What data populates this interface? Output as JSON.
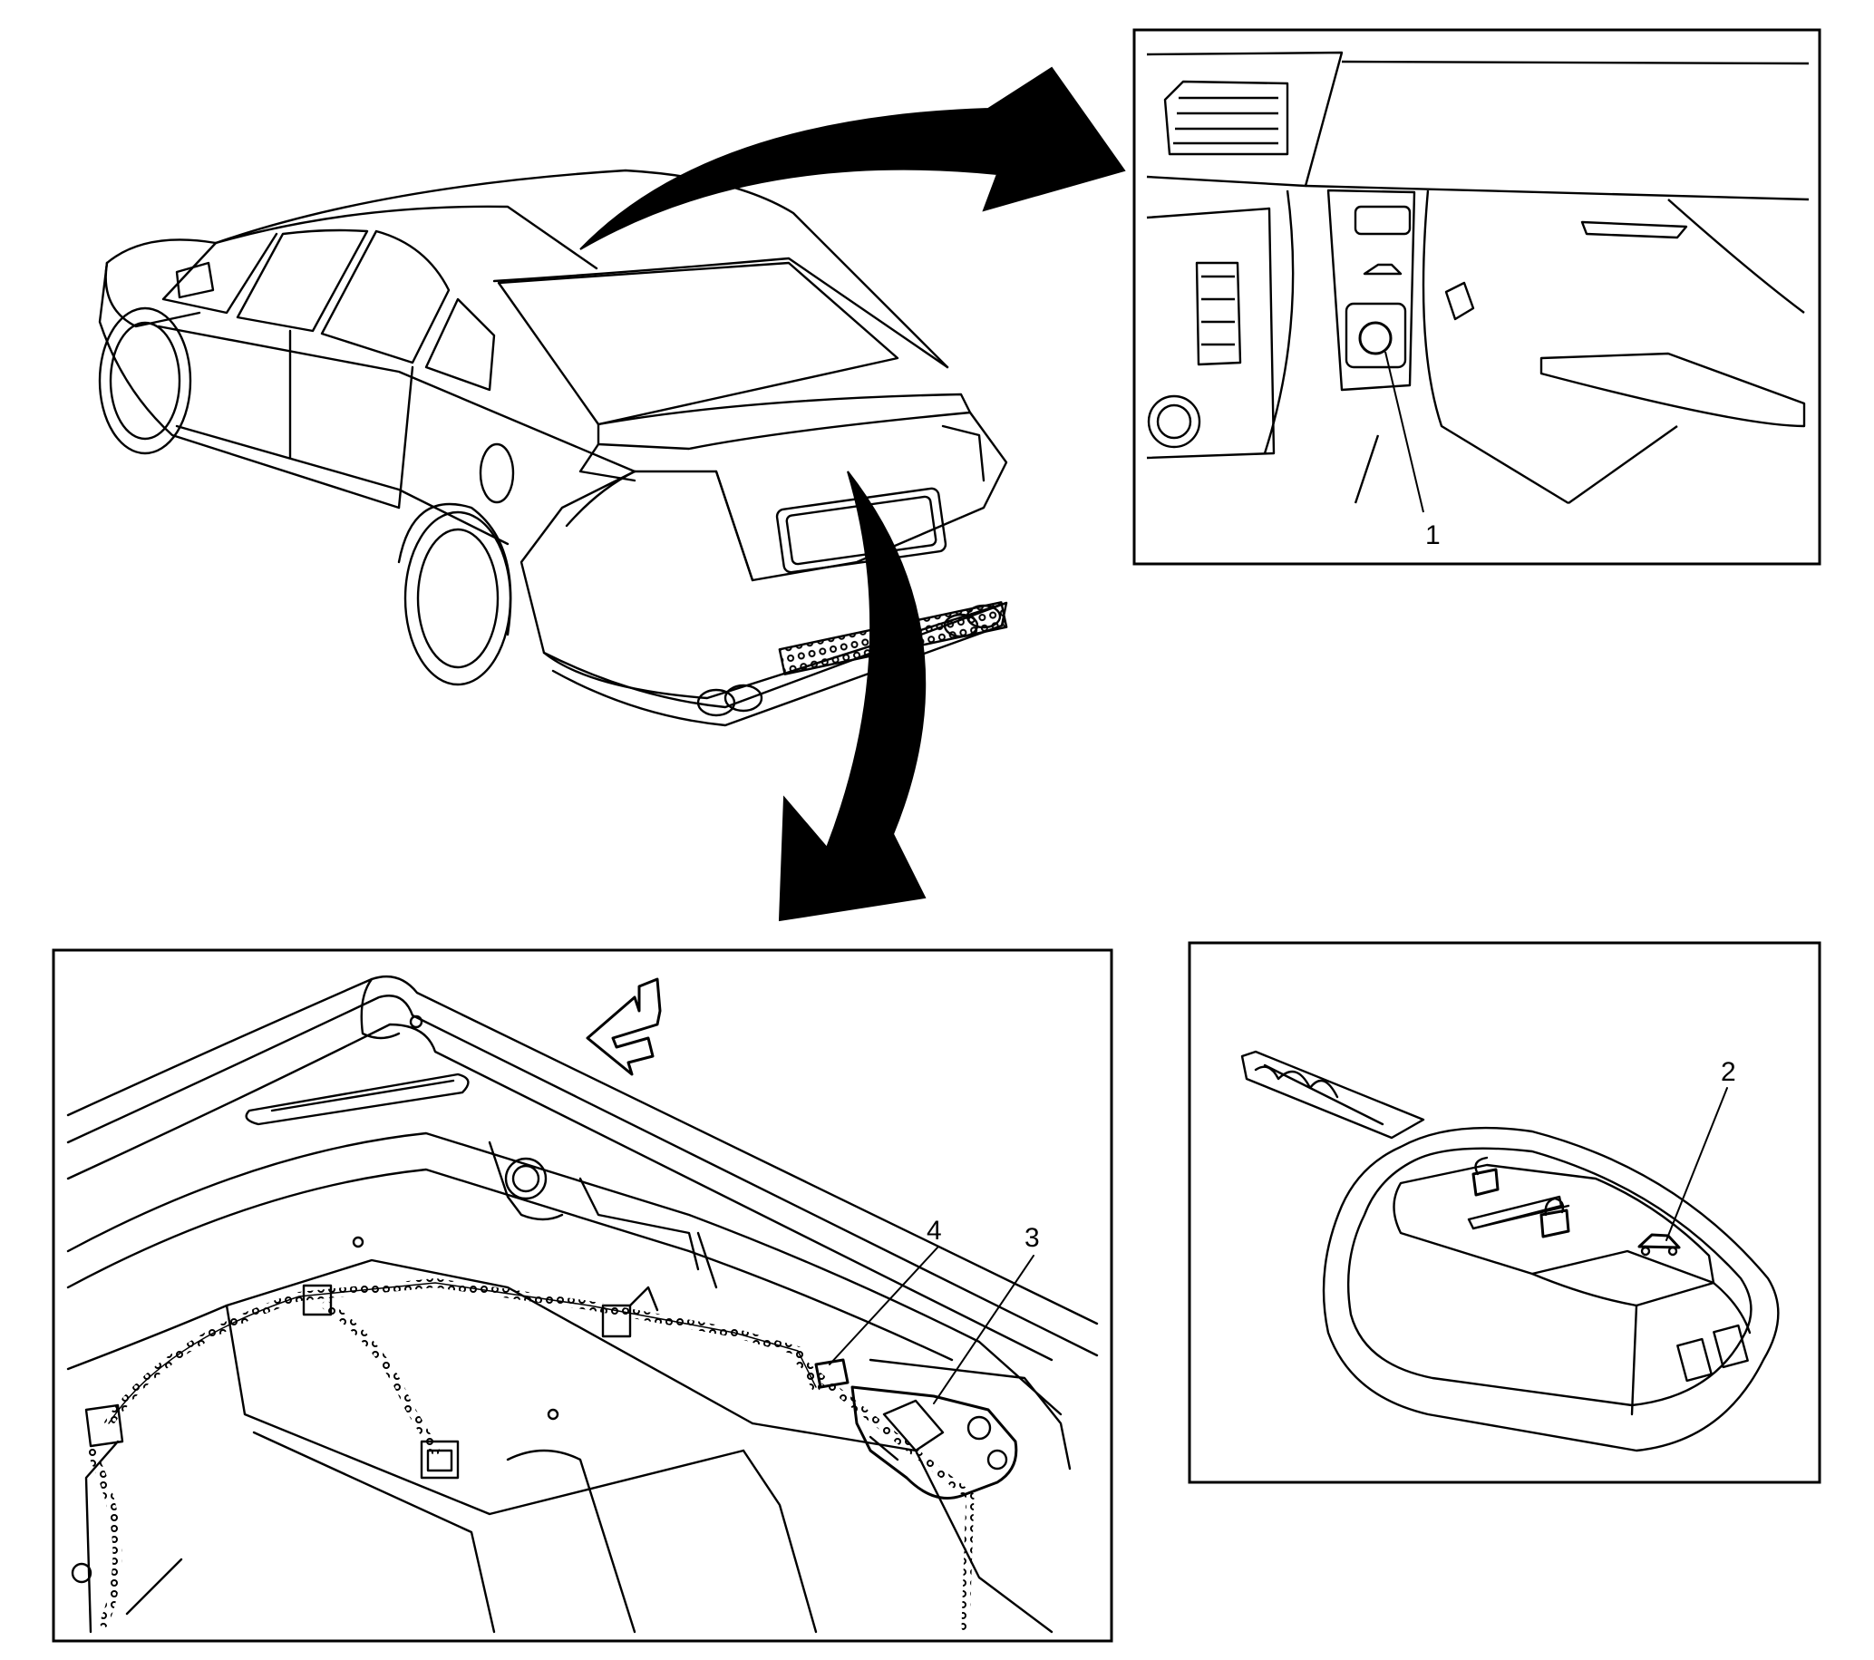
{
  "colors": {
    "ink": "#000000",
    "paper": "#ffffff"
  },
  "callouts": {
    "c1": "1",
    "c2": "2",
    "c3": "3",
    "c4": "4"
  },
  "panels": [
    {
      "name": "dash-switch-detail",
      "callout": "1",
      "icon": "trunk-release-switch-icon"
    },
    {
      "name": "key-fob-detail",
      "callout": "2",
      "icon": "trunk-release-button-icon"
    },
    {
      "name": "trunk-lid-detail",
      "callouts": [
        "3",
        "4"
      ],
      "icon": "trunk-latch-icon"
    }
  ]
}
